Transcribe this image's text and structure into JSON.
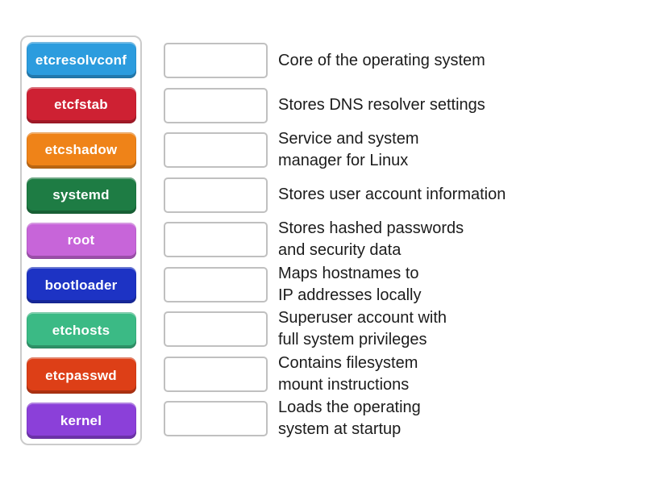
{
  "keywords": [
    {
      "label": "etcresolvconf",
      "color": "#2c9cde"
    },
    {
      "label": "etcfstab",
      "color": "#ce2133"
    },
    {
      "label": "etcshadow",
      "color": "#ef8318"
    },
    {
      "label": "systemd",
      "color": "#1e7c44"
    },
    {
      "label": "root",
      "color": "#c765d9"
    },
    {
      "label": "bootloader",
      "color": "#1d33c4"
    },
    {
      "label": "etchosts",
      "color": "#3bba85"
    },
    {
      "label": "etcpasswd",
      "color": "#dd3f17"
    },
    {
      "label": "kernel",
      "color": "#8b40d9"
    }
  ],
  "definitions": [
    {
      "text": "Core of the operating system"
    },
    {
      "text": "Stores DNS resolver settings"
    },
    {
      "text": "Service and system\nmanager for Linux"
    },
    {
      "text": "Stores user account information"
    },
    {
      "text": "Stores hashed passwords\nand security data"
    },
    {
      "text": "Maps hostnames to\nIP addresses locally"
    },
    {
      "text": "Superuser account with\nfull system privileges"
    },
    {
      "text": "Contains filesystem\nmount instructions"
    },
    {
      "text": "Loads the operating\nsystem at startup"
    }
  ],
  "colors": {
    "panel_border": "#cbcbcb",
    "slot_border": "#c0c0c0",
    "text": "#1c1c1c"
  }
}
